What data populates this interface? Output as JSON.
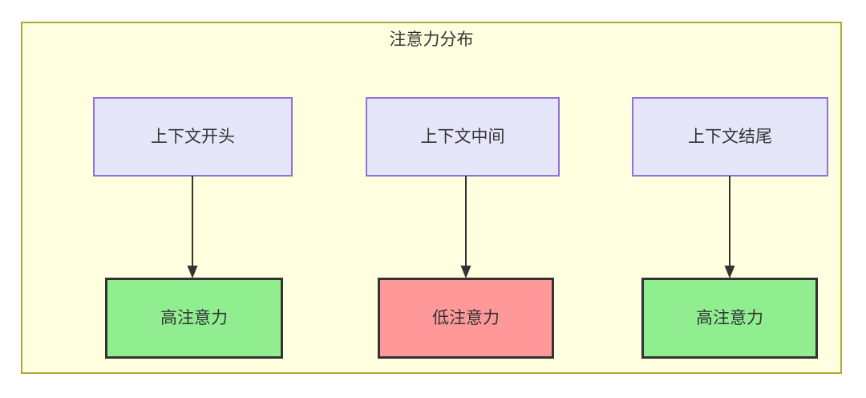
{
  "diagram": {
    "title": "注意力分布",
    "background_color": "#ffffe0",
    "border_color": "#aaaa33",
    "node_colors": {
      "context": "#e6e6fa",
      "context_border": "#9370db",
      "high_attention": "#90ee90",
      "low_attention": "#ff9999",
      "node_border": "#333333",
      "edge": "#333333"
    },
    "nodes": [
      {
        "id": "ctx-start",
        "label": "上下文开头",
        "type": "context"
      },
      {
        "id": "ctx-middle",
        "label": "上下文中间",
        "type": "context"
      },
      {
        "id": "ctx-end",
        "label": "上下文结尾",
        "type": "context"
      },
      {
        "id": "attn-start",
        "label": "高注意力",
        "type": "high"
      },
      {
        "id": "attn-middle",
        "label": "低注意力",
        "type": "low"
      },
      {
        "id": "attn-end",
        "label": "高注意力",
        "type": "high"
      }
    ],
    "edges": [
      {
        "from": "ctx-start",
        "to": "attn-start",
        "label": ""
      },
      {
        "from": "ctx-middle",
        "to": "attn-middle",
        "label": ""
      },
      {
        "from": "ctx-end",
        "to": "attn-end",
        "label": ""
      }
    ]
  }
}
